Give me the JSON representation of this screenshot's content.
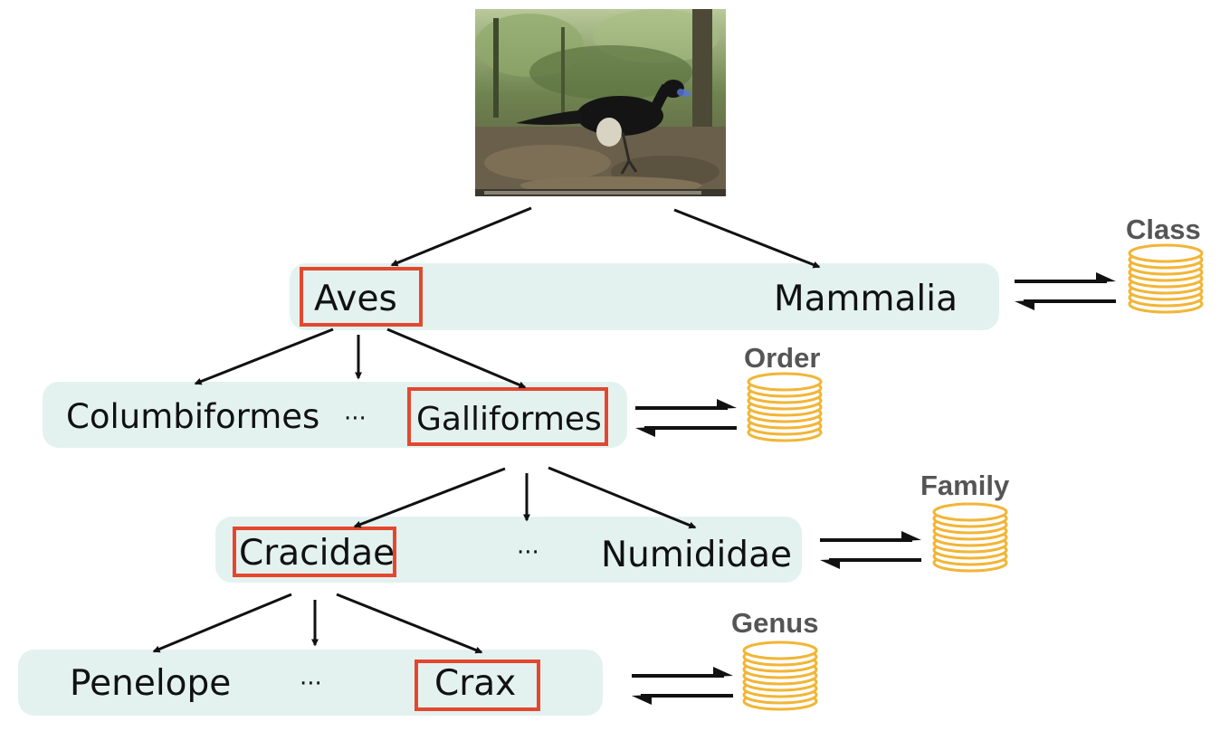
{
  "levels": {
    "class": {
      "db_label": "Class",
      "nodes": [
        "Aves",
        "Mammalia"
      ],
      "selected": "Aves"
    },
    "order": {
      "db_label": "Order",
      "nodes": [
        "Columbiformes",
        "···",
        "Galliformes"
      ],
      "selected": "Galliformes"
    },
    "family": {
      "db_label": "Family",
      "nodes": [
        "Cracidae",
        "···",
        "Numididae"
      ],
      "selected": "Cracidae"
    },
    "genus": {
      "db_label": "Genus",
      "nodes": [
        "Penelope",
        "···",
        "Crax"
      ],
      "selected": "Crax"
    }
  },
  "colors": {
    "band": "#e3f2ef",
    "selection_box": "#e4472f",
    "database": "#f2b536",
    "arrow": "#111111",
    "db_label": "#555555"
  },
  "icons": {
    "database": "database-icon",
    "exchange": "bidirectional-arrows-icon"
  },
  "photo": {
    "subject": "camera-trap photo of a black curassow-like bird on forest floor"
  }
}
